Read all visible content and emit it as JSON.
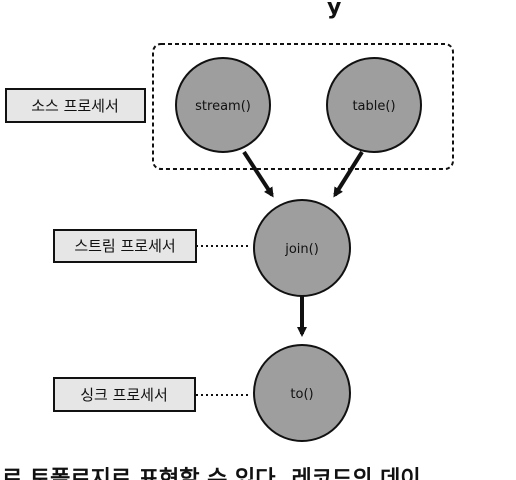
{
  "top_caption_fragment": "y",
  "bottom_caption_fragment": "로 토폴로지로 표현할 수 있다. 레코드의 데이",
  "nodes": {
    "stream": "stream()",
    "table": "table()",
    "join": "join()",
    "to": "to()"
  },
  "labels": {
    "source": "소스 프로세서",
    "stream": "스트림 프로세서",
    "sink": "싱크 프로세서"
  },
  "colors": {
    "node_fill": "#9e9e9e",
    "label_fill": "#e6e6e6",
    "stroke": "#111111",
    "background": "#ffffff"
  }
}
